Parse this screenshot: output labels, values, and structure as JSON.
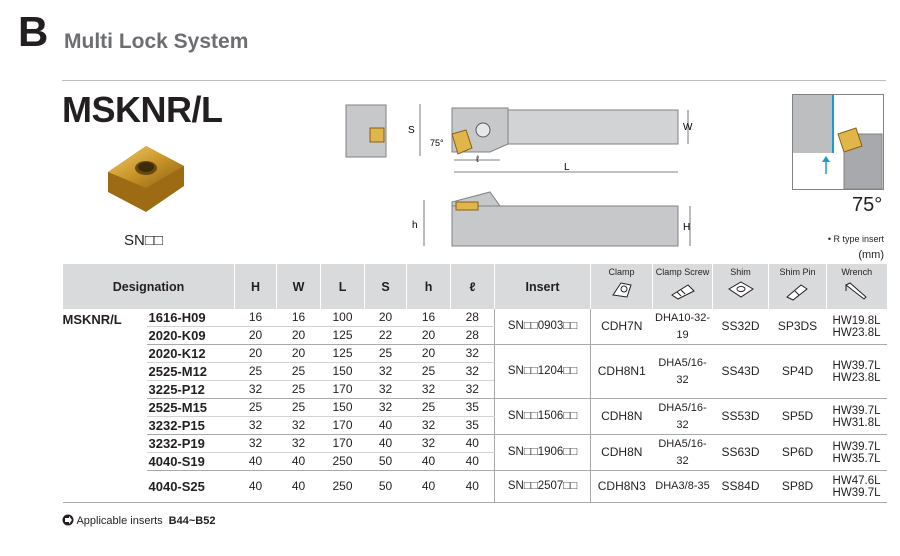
{
  "section": {
    "letter": "B",
    "title": "Multi Lock System"
  },
  "model": "MSKNR/L",
  "insert_code": "SN□□",
  "drawing_labels": {
    "W": "W",
    "S": "S",
    "angle": "75°",
    "l": "ℓ",
    "L": "L",
    "h": "h",
    "H": "H"
  },
  "angle_label": "75°",
  "rtype_note": "• R type insert",
  "unit_note": "(mm)",
  "table": {
    "headers": {
      "designation": "Designation",
      "H": "H",
      "W": "W",
      "L": "L",
      "S": "S",
      "h": "h",
      "l": "ℓ",
      "insert": "Insert",
      "clamp": "Clamp",
      "clamp_screw": "Clamp Screw",
      "shim": "Shim",
      "shim_pin": "Shim Pin",
      "wrench": "Wrench"
    },
    "series": "MSKNR/L",
    "rows": [
      {
        "code": "1616-H09",
        "H": "16",
        "W": "16",
        "L": "100",
        "S": "20",
        "h": "16",
        "l": "28"
      },
      {
        "code": "2020-K09",
        "H": "20",
        "W": "20",
        "L": "125",
        "S": "22",
        "h": "20",
        "l": "28"
      },
      {
        "code": "2020-K12",
        "H": "20",
        "W": "20",
        "L": "125",
        "S": "25",
        "h": "20",
        "l": "32"
      },
      {
        "code": "2525-M12",
        "H": "25",
        "W": "25",
        "L": "150",
        "S": "32",
        "h": "25",
        "l": "32"
      },
      {
        "code": "3225-P12",
        "H": "32",
        "W": "25",
        "L": "170",
        "S": "32",
        "h": "32",
        "l": "32"
      },
      {
        "code": "2525-M15",
        "H": "25",
        "W": "25",
        "L": "150",
        "S": "32",
        "h": "25",
        "l": "35"
      },
      {
        "code": "3232-P15",
        "H": "32",
        "W": "32",
        "L": "170",
        "S": "40",
        "h": "32",
        "l": "35"
      },
      {
        "code": "3232-P19",
        "H": "32",
        "W": "32",
        "L": "170",
        "S": "40",
        "h": "32",
        "l": "40"
      },
      {
        "code": "4040-S19",
        "H": "40",
        "W": "40",
        "L": "250",
        "S": "50",
        "h": "40",
        "l": "40"
      },
      {
        "code": "4040-S25",
        "H": "40",
        "W": "40",
        "L": "250",
        "S": "50",
        "h": "40",
        "l": "40"
      }
    ],
    "groups": [
      {
        "insert": "SN□□0903□□",
        "clamp": "CDH7N",
        "screw": "DHA10-32-19",
        "shim": "SS32D",
        "pin": "SP3DS",
        "wrench1": "HW19.8L",
        "wrench2": "HW23.8L"
      },
      {
        "insert": "SN□□1204□□",
        "clamp": "CDH8N1",
        "screw": "DHA5/16-32",
        "shim": "SS43D",
        "pin": "SP4D",
        "wrench1": "HW39.7L",
        "wrench2": "HW23.8L"
      },
      {
        "insert": "SN□□1506□□",
        "clamp": "CDH8N",
        "screw": "DHA5/16-32",
        "shim": "SS53D",
        "pin": "SP5D",
        "wrench1": "HW39.7L",
        "wrench2": "HW31.8L"
      },
      {
        "insert": "SN□□1906□□",
        "clamp": "CDH8N",
        "screw": "DHA5/16-32",
        "shim": "SS63D",
        "pin": "SP6D",
        "wrench1": "HW39.7L",
        "wrench2": "HW35.7L"
      },
      {
        "insert": "SN□□2507□□",
        "clamp": "CDH8N3",
        "screw": "DHA3/8-35",
        "shim": "SS84D",
        "pin": "SP8D",
        "wrench1": "HW47.6L",
        "wrench2": "HW39.7L"
      }
    ]
  },
  "footer": {
    "text": "Applicable inserts",
    "pages": "B44~B52"
  },
  "colors": {
    "insert_gold": "#c9962a",
    "holder_gray": "#c7c8ca",
    "header_gray": "#d9dadb",
    "coolant_blue": "#1a9ad6"
  }
}
